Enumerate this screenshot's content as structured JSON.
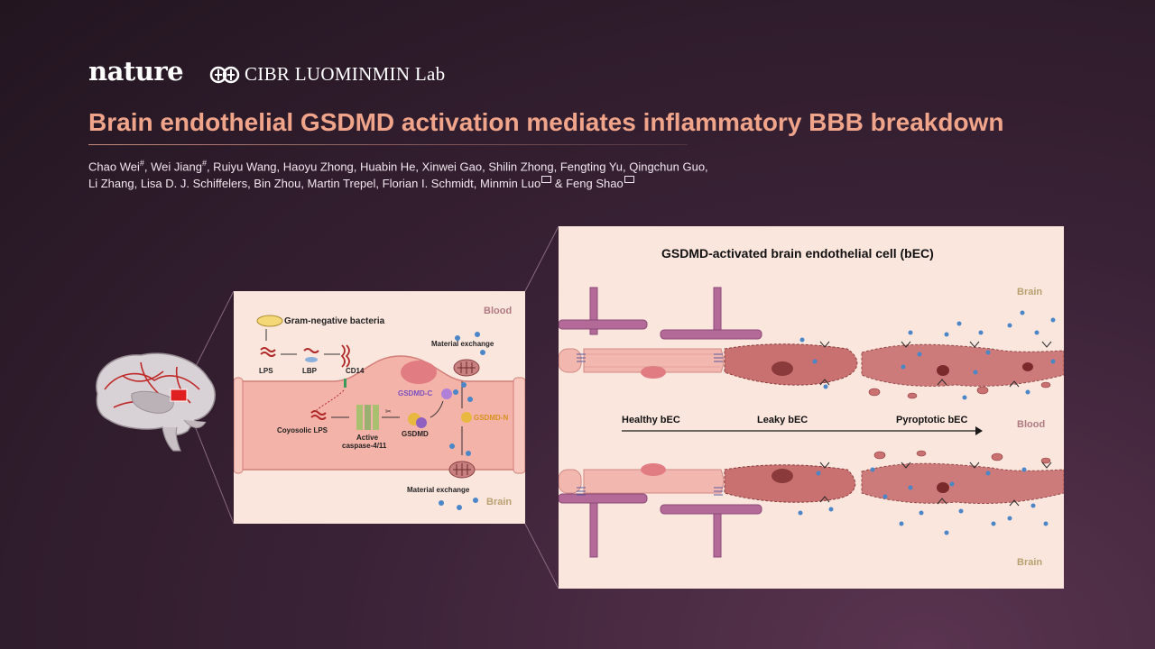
{
  "header": {
    "journal": "nature",
    "institution": "CIBR",
    "lab": "LUOMINMIN Lab"
  },
  "title": "Brain endothelial GSDMD activation mediates inflammatory BBB breakdown",
  "authors": {
    "a1": "Chao Wei",
    "a1_mark": "#",
    "a2": ", Wei Jiang",
    "a2_mark": "#",
    "line1_rest": ", Ruiyu Wang, Haoyu Zhong, Huabin He, Xinwei Gao, Shilin Zhong, Fengting Yu, Qingchun Guo,",
    "line2": "Li Zhang, Lisa D. J. Schiffelers, Bin Zhou, Martin Trepel, Florian I. Schmidt, Minmin Luo",
    "line2_end": " & Feng Shao"
  },
  "left_panel": {
    "blood": "Blood",
    "brain": "Brain",
    "bacteria": "Gram-negative bacteria",
    "lps": "LPS",
    "lbp": "LBP",
    "cd14": "CD14",
    "material_exchange_top": "Material exchange",
    "material_exchange_bottom": "Material exchange",
    "gsdmd_c": "GSDMD-C",
    "gsdmd_n": "GSDMD-N",
    "cytosolic_lps": "Coyosolic LPS",
    "active": "Active",
    "caspase": "caspase-4/11",
    "gsdmd": "GSDMD"
  },
  "right_panel": {
    "title": "GSDMD-activated brain endothelial cell (bEC)",
    "brain_top": "Brain",
    "blood": "Blood",
    "brain_bottom": "Brain",
    "stage1": "Healthy bEC",
    "stage2": "Leaky bEC",
    "stage3": "Pyroptotic bEC"
  },
  "colors": {
    "title": "#f0a58b",
    "panel_bg": "#fbe6de",
    "cell": "#f2c0b8",
    "damaged_cell": "#c97070",
    "vessel": "#a85a86",
    "molecule": "#4a86c8"
  }
}
